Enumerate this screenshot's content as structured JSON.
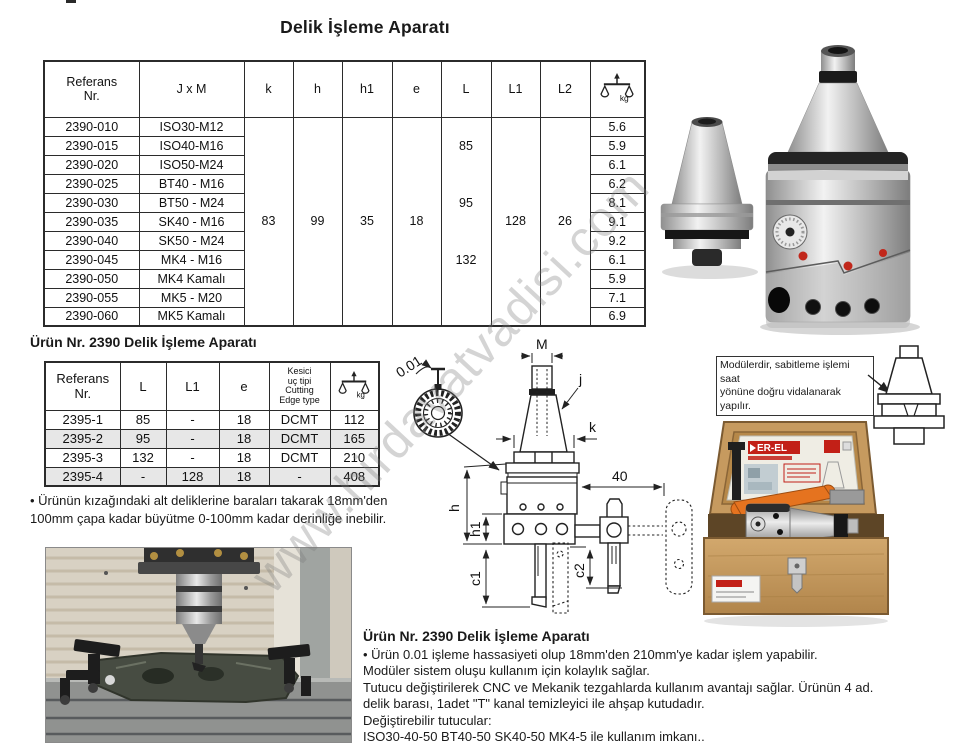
{
  "page": {
    "title": "Delik İşleme Aparatı",
    "watermark": "www.hirdavatvadisi.com",
    "kg_unit": "kg"
  },
  "table1": {
    "headers": {
      "ref": "Referans\nNr.",
      "jxm": "J x M",
      "k": "k",
      "h": "h",
      "h1": "h1",
      "e": "e",
      "l": "L",
      "l1": "L1",
      "l2": "L2"
    },
    "shared": {
      "k": "83",
      "h": "99",
      "h1": "35",
      "e": "18",
      "l_85": "85",
      "l_95": "95",
      "l_132": "132",
      "l1": "128",
      "l2": "26"
    },
    "rows": [
      {
        "ref": "2390-010",
        "jxm": "ISO30-M12",
        "kg": "5.6"
      },
      {
        "ref": "2390-015",
        "jxm": "ISO40-M16",
        "kg": "5.9"
      },
      {
        "ref": "2390-020",
        "jxm": "ISO50-M24",
        "kg": "6.1"
      },
      {
        "ref": "2390-025",
        "jxm": "BT40 - M16",
        "kg": "6.2"
      },
      {
        "ref": "2390-030",
        "jxm": "BT50 - M24",
        "kg": "8.1"
      },
      {
        "ref": "2390-035",
        "jxm": "SK40 - M16",
        "kg": "9.1"
      },
      {
        "ref": "2390-040",
        "jxm": "SK50 - M24",
        "kg": "9.2"
      },
      {
        "ref": "2390-045",
        "jxm": "MK4 - M16",
        "kg": "6.1"
      },
      {
        "ref": "2390-050",
        "jxm": "MK4 Kamalı",
        "kg": "5.9"
      },
      {
        "ref": "2390-055",
        "jxm": "MK5 - M20",
        "kg": "7.1"
      },
      {
        "ref": "2390-060",
        "jxm": "MK5 Kamalı",
        "kg": "6.9"
      }
    ]
  },
  "section2": {
    "heading": "Ürün Nr. 2390 Delik İşleme Aparatı",
    "table": {
      "headers": {
        "ref": "Referans\nNr.",
        "l": "L",
        "l1": "L1",
        "e": "e",
        "cut": "Kesici\nuç tipi\nCutting\nEdge type"
      },
      "rows": [
        {
          "ref": "2395-1",
          "l": "85",
          "l1": "-",
          "e": "18",
          "cut": "DCMT",
          "kg": "112"
        },
        {
          "ref": "2395-2",
          "l": "95",
          "l1": "-",
          "e": "18",
          "cut": "DCMT",
          "kg": "165"
        },
        {
          "ref": "2395-3",
          "l": "132",
          "l1": "-",
          "e": "18",
          "cut": "DCMT",
          "kg": "210"
        },
        {
          "ref": "2395-4",
          "l": "-",
          "l1": "128",
          "e": "18",
          "cut": "-",
          "kg": "408"
        }
      ]
    },
    "note": "• Ürünün kızağındaki alt deliklerine baraları takarak 18mm'den\n100mm çapa kadar büyütme 0-100mm kadar derinliğe inebilir."
  },
  "drawing": {
    "labels": {
      "m": "M",
      "j": "j",
      "k": "k",
      "h": "h",
      "h1": "h1",
      "c1": "c1",
      "c2": "c2",
      "dim40": "40",
      "precision": "0.01"
    }
  },
  "side_note": {
    "text": "Modülerdir, sabitleme işlemi saat\nyönüne doğru vidalanarak yapılır."
  },
  "box_photo": {
    "brand": "ER-EL"
  },
  "bottom": {
    "heading": "Ürün Nr. 2390 Delik İşleme Aparatı",
    "lines": [
      "• Ürün 0.01 işleme hassasiyeti olup 18mm'den 210mm'ye kadar işlem yapabilir.",
      "Modüler sistem oluşu kullanım için kolaylık sağlar.",
      "Tutucu değiştirilerek CNC ve Mekanik tezgahlarda kullanım avantajı sağlar. Ürünün 4 ad.",
      "delik barası, 1adet \"T\" kanal temizleyici ile ahşap kutudadır.",
      "Değiştirebilir tutucular:",
      "ISO30-40-50 BT40-50 SK40-50 MK4-5 ile kullanım imkanı.."
    ]
  }
}
